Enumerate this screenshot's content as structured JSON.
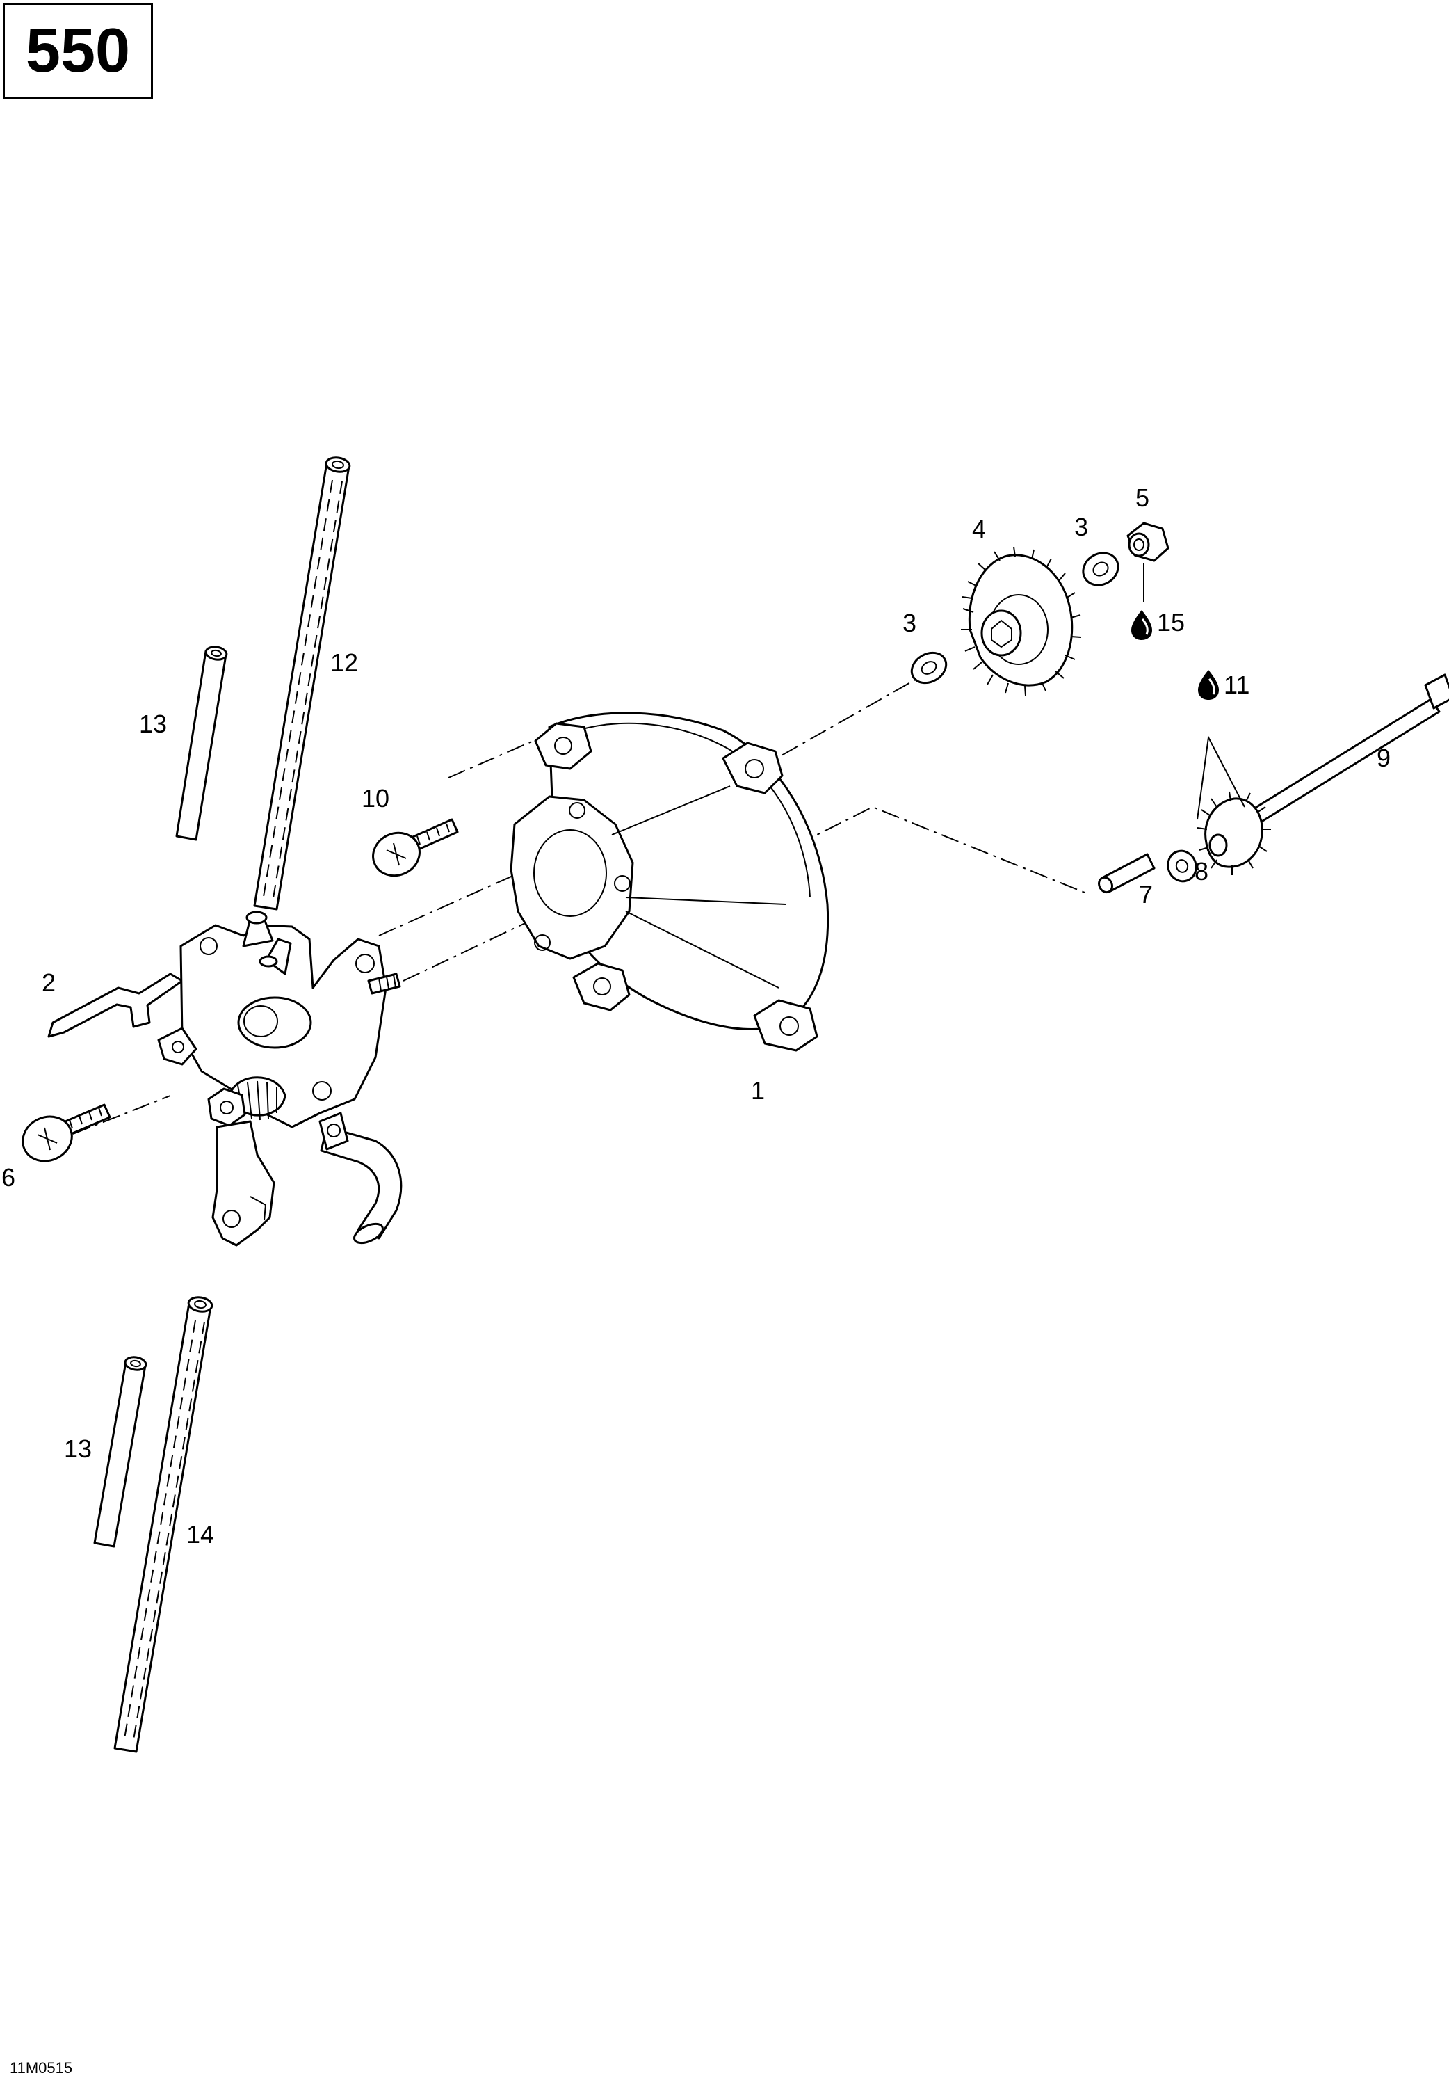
{
  "model_number": "550",
  "figure_reference": "11M0515",
  "callouts": {
    "c1": "1",
    "c2": "2",
    "c3a": "3",
    "c3b": "3",
    "c4": "4",
    "c5": "5",
    "c6": "6",
    "c7": "7",
    "c8": "8",
    "c9": "9",
    "c10": "10",
    "c11": "11",
    "c12": "12",
    "c13a": "13",
    "c13b": "13",
    "c14": "14",
    "c15": "15"
  },
  "icons": {
    "lubricant_symbol": "oil-drop-icon"
  }
}
